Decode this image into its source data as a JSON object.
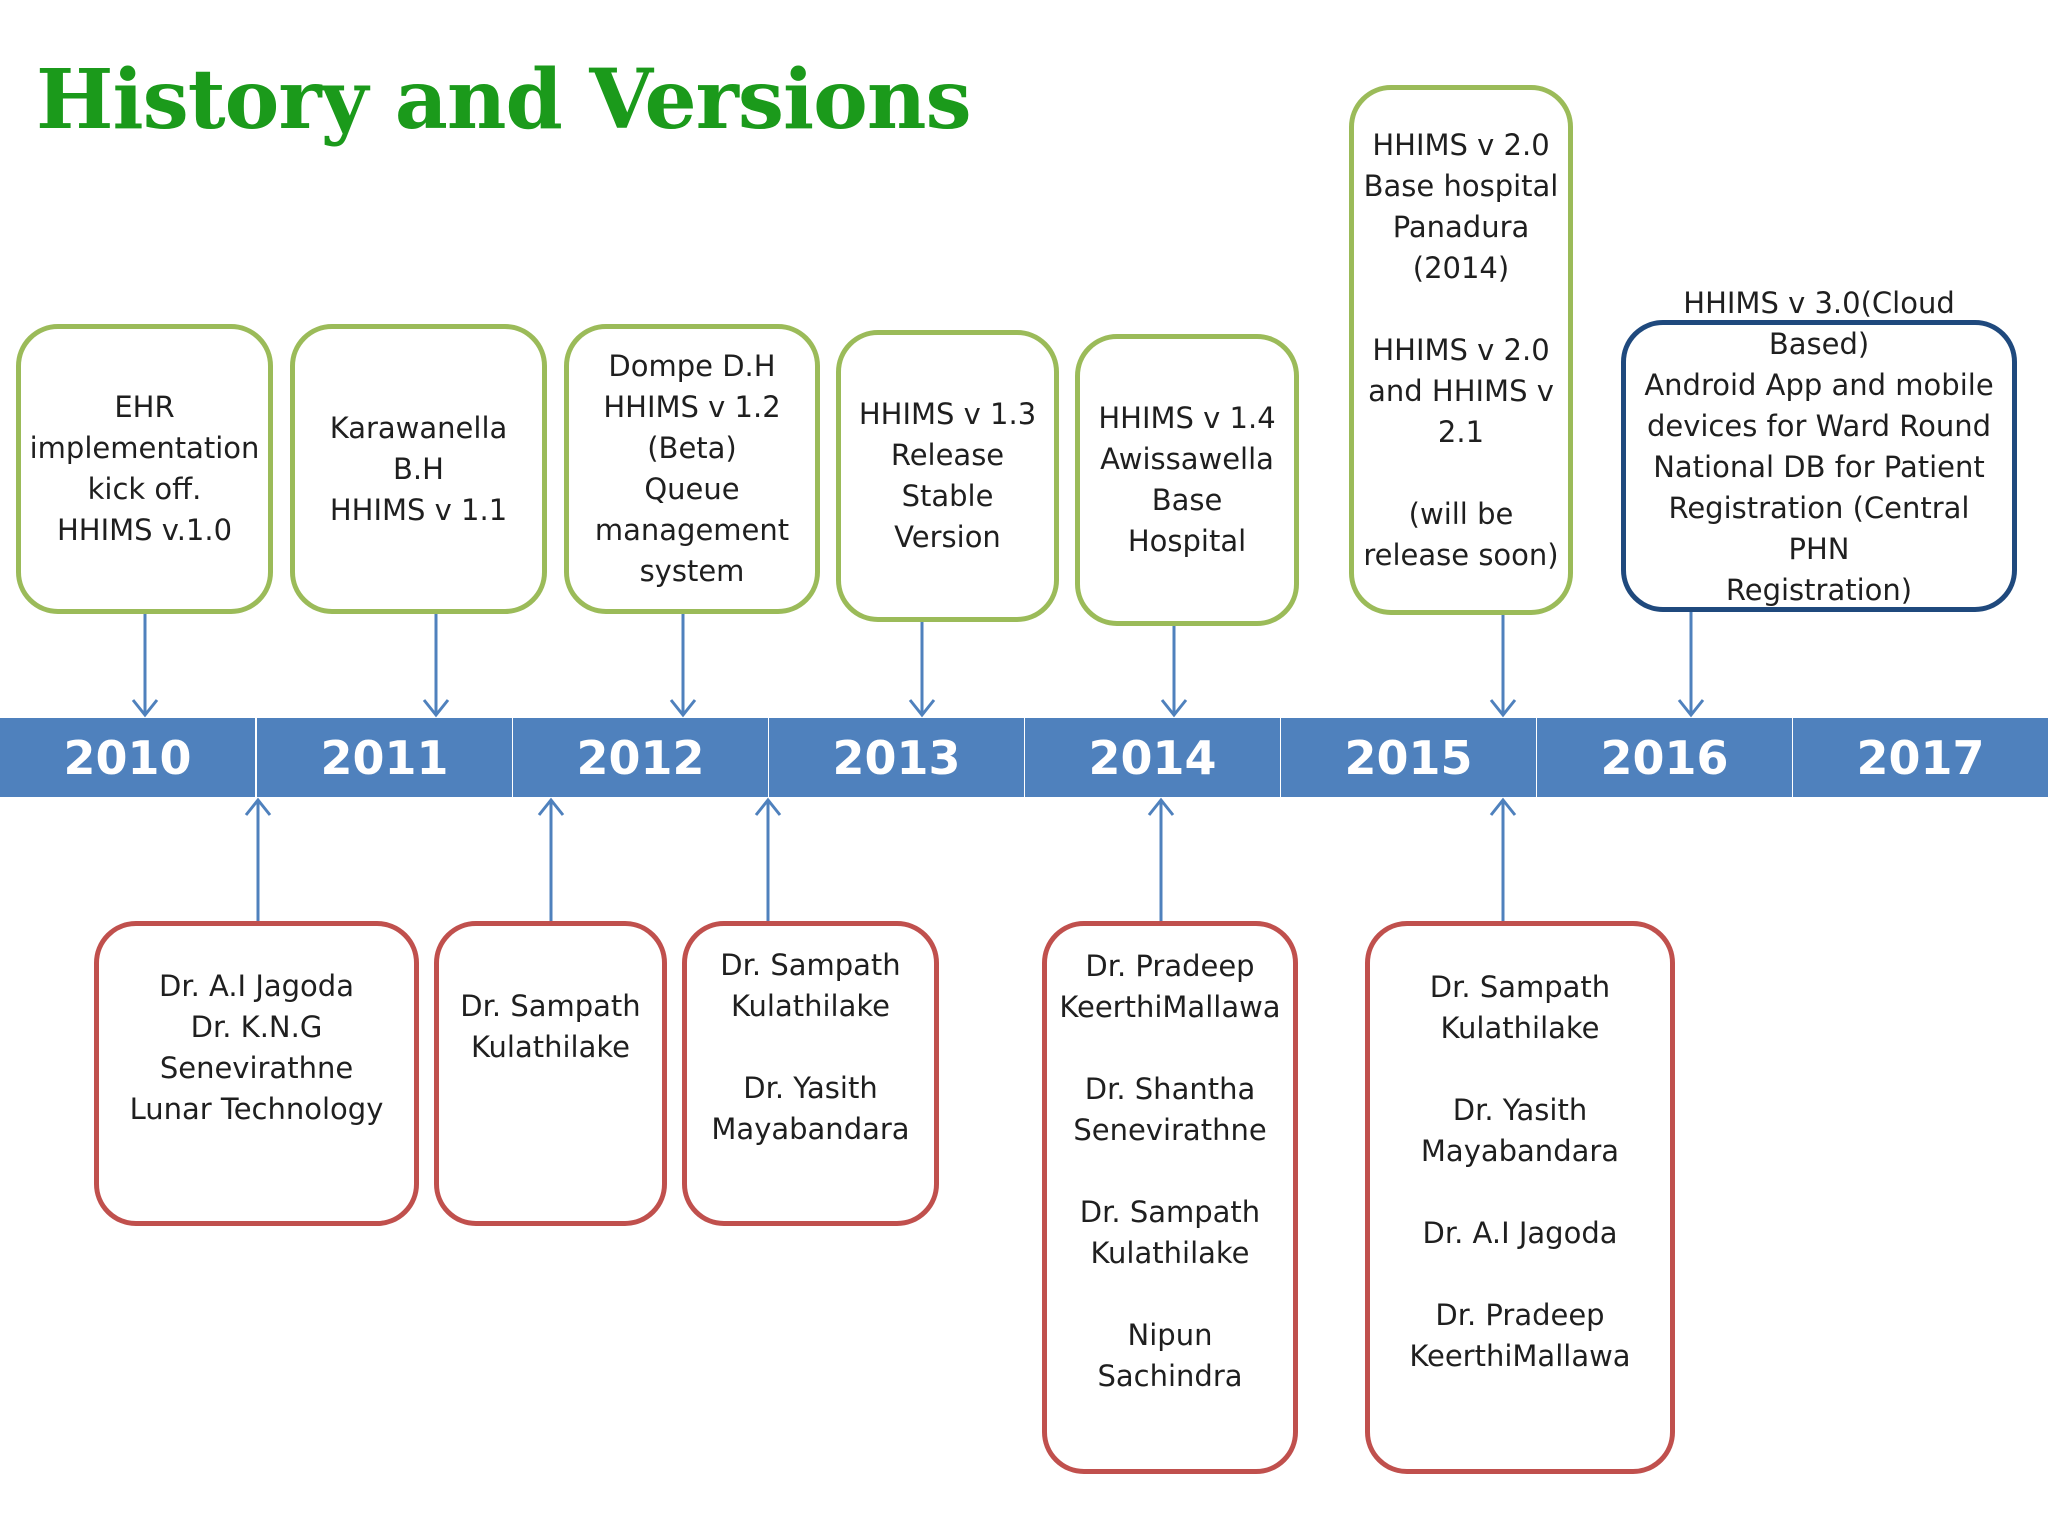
{
  "title": "History and Versions",
  "timeline": {
    "years": [
      "2010",
      "2011",
      "2012",
      "2013",
      "2014",
      "2015",
      "2016",
      "2017"
    ]
  },
  "milestones": [
    {
      "year": "2010",
      "text": "EHR\nimplementation\nkick off.\nHHIMS  v.1.0"
    },
    {
      "year": "2011",
      "text": "Karawanella B.H\nHHIMS v 1.1"
    },
    {
      "year": "2012",
      "text": "Dompe D.H\nHHIMS v 1.2\n(Beta)\nQueue\nmanagement\nsystem"
    },
    {
      "year": "2013",
      "text": "HHIMS v 1.3\nRelease\nStable Version"
    },
    {
      "year": "2014",
      "text": "HHIMS v 1.4\nAwissawella\nBase Hospital"
    },
    {
      "year": "2015",
      "text": "HHIMS v 2.0\nBase hospital\nPanadura\n(2014)\n\nHHIMS v 2.0\nand HHIMS v\n2.1\n\n(will be\nrelease soon)"
    },
    {
      "year": "2016",
      "text": "HHIMS v 3.0(Cloud Based)\nAndroid App and mobile\ndevices for Ward Round\nNational DB for Patient\nRegistration (Central PHN\nRegistration)"
    }
  ],
  "contributors": [
    {
      "text": "Dr. A.I Jagoda\nDr. K.N.G\nSenevirathne\nLunar Technology"
    },
    {
      "text": "Dr. Sampath\nKulathilake"
    },
    {
      "text": "Dr. Sampath\nKulathilake\n\nDr. Yasith\nMayabandara"
    },
    {
      "text": "Dr. Pradeep\nKeerthiMallawa\n\nDr. Shantha\nSenevirathne\n\nDr. Sampath\nKulathilake\n\nNipun Sachindra"
    },
    {
      "text": "Dr. Sampath\nKulathilake\n\nDr. Yasith\nMayabandara\n\nDr. A.I Jagoda\n\nDr. Pradeep\nKeerthiMallawa"
    }
  ],
  "colors": {
    "title": "#1b9a1b",
    "timeline_bar": "#4f81bd",
    "milestone_border": "#9bbb59",
    "future_border": "#1f497d",
    "contributor_border": "#c0504d",
    "arrow": "#4f81bd"
  }
}
